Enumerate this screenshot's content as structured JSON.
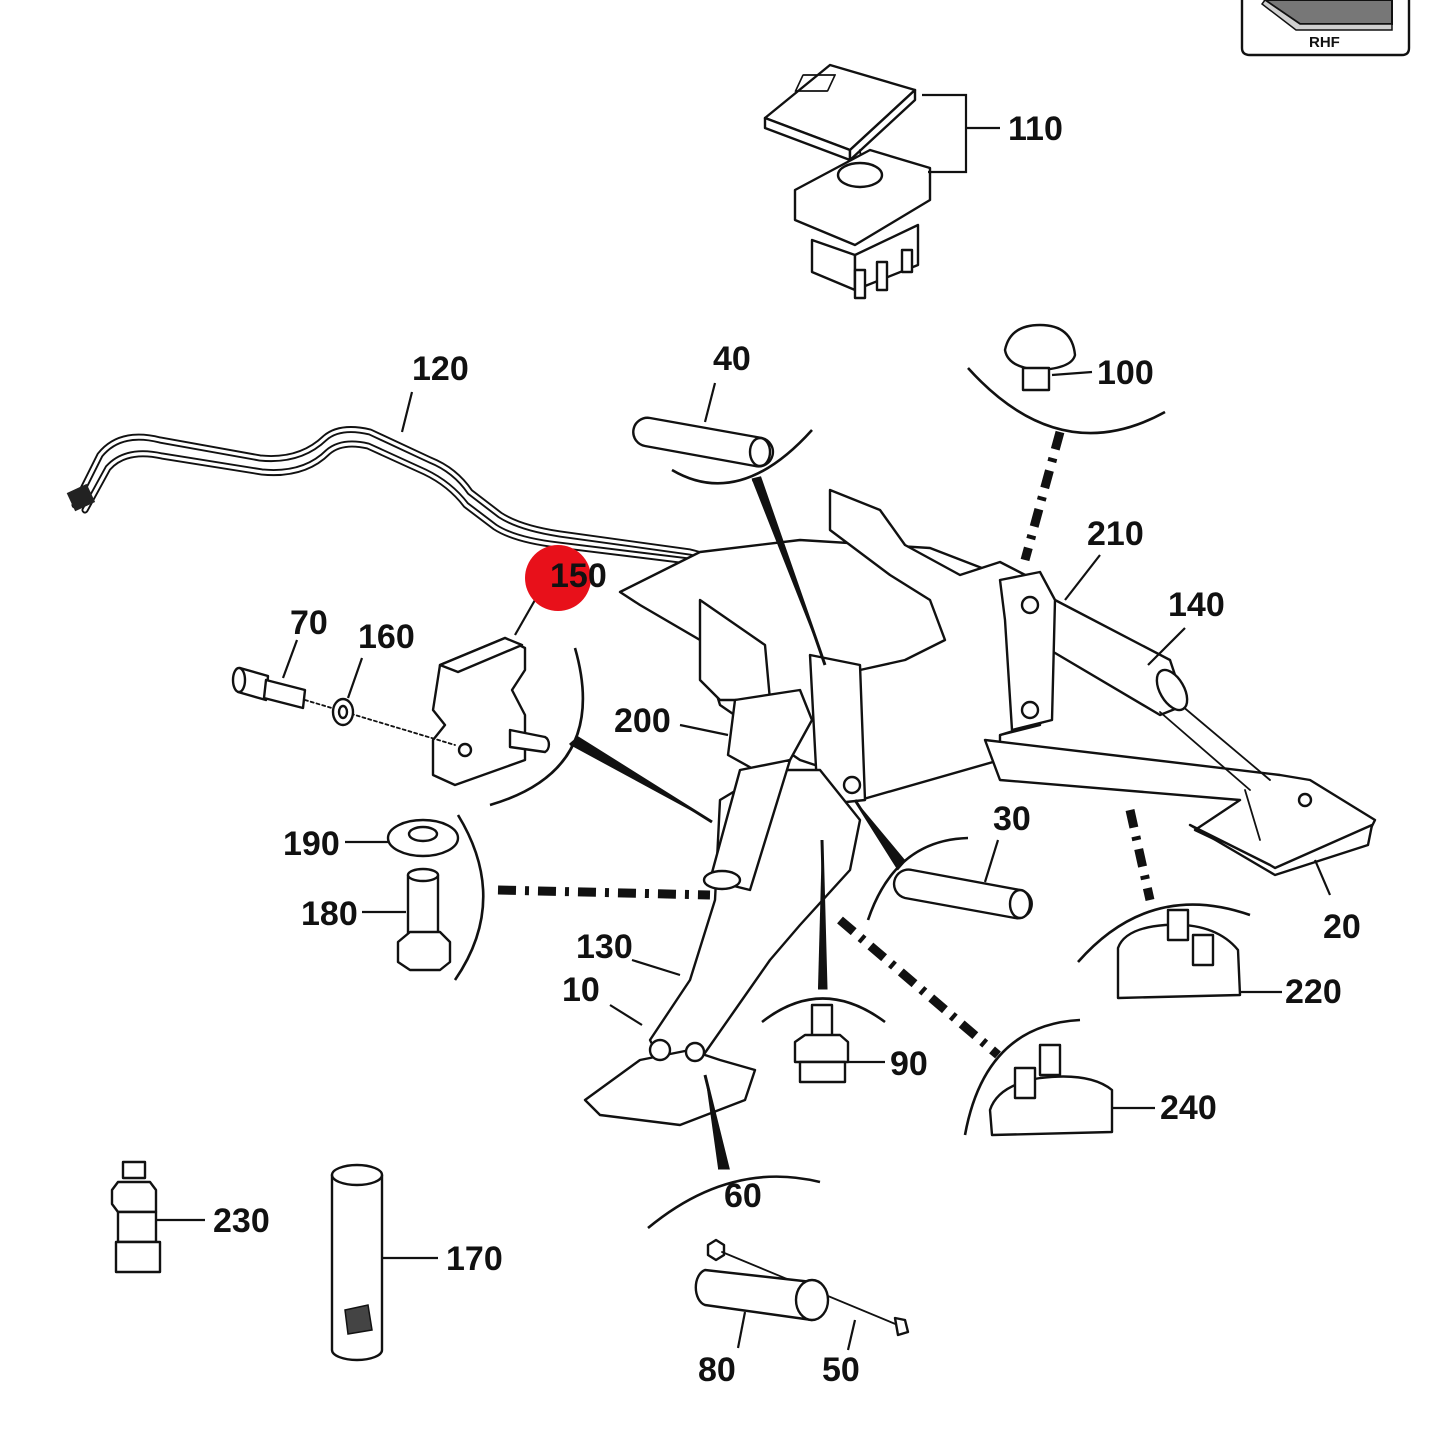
{
  "orientation_badge": {
    "label": "RHF"
  },
  "highlight": {
    "color": "#e8101a",
    "part": "150"
  },
  "parts": [
    {
      "id": "p110",
      "label": "110"
    },
    {
      "id": "p120",
      "label": "120"
    },
    {
      "id": "p40",
      "label": "40"
    },
    {
      "id": "p100",
      "label": "100"
    },
    {
      "id": "p210",
      "label": "210"
    },
    {
      "id": "p140",
      "label": "140"
    },
    {
      "id": "p150",
      "label": "150"
    },
    {
      "id": "p70",
      "label": "70"
    },
    {
      "id": "p160",
      "label": "160"
    },
    {
      "id": "p200",
      "label": "200"
    },
    {
      "id": "p30",
      "label": "30"
    },
    {
      "id": "p190",
      "label": "190"
    },
    {
      "id": "p180",
      "label": "180"
    },
    {
      "id": "p20",
      "label": "20"
    },
    {
      "id": "p130",
      "label": "130"
    },
    {
      "id": "p10",
      "label": "10"
    },
    {
      "id": "p220",
      "label": "220"
    },
    {
      "id": "p90",
      "label": "90"
    },
    {
      "id": "p240",
      "label": "240"
    },
    {
      "id": "p60",
      "label": "60"
    },
    {
      "id": "p230",
      "label": "230"
    },
    {
      "id": "p170",
      "label": "170"
    },
    {
      "id": "p80",
      "label": "80"
    },
    {
      "id": "p50",
      "label": "50"
    }
  ]
}
